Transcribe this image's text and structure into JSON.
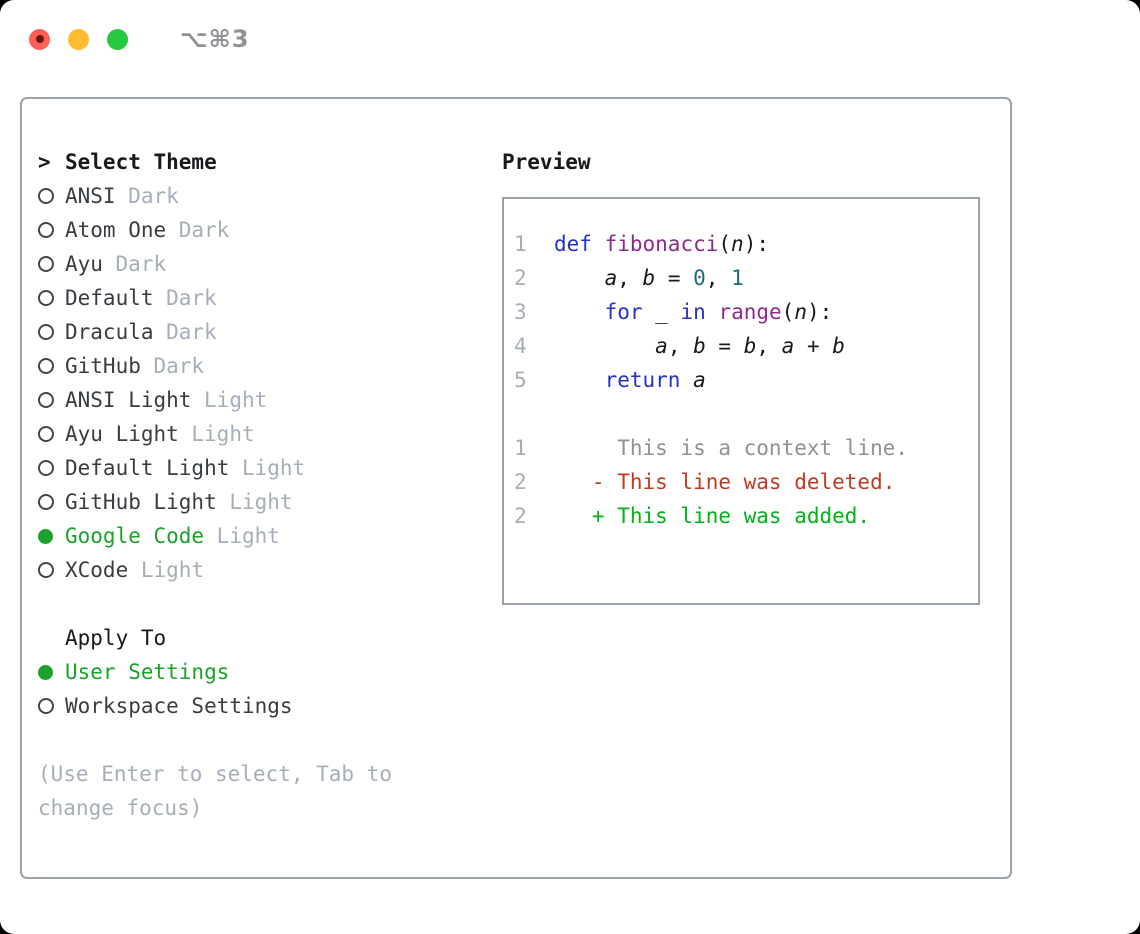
{
  "window": {
    "title": "⌥⌘3",
    "traffic_lights": [
      "close",
      "minimize",
      "zoom"
    ]
  },
  "colors": {
    "border": "#9aa2ae",
    "title-gray": "#8f9298",
    "text-dark": "#17191d",
    "item-text": "#383c44",
    "muted": "#a6aebb",
    "bullet-outline": "#41454d",
    "select-green": "#1ba12c",
    "ln-gray": "#a6aebb",
    "context-gray": "#8c919a",
    "deleted-red": "#c23a21",
    "added-green": "#00b318",
    "keyword": "#2432c8",
    "function": "#8d2b8d",
    "literal": "#176e74",
    "traffic-red": "#ff5f57",
    "traffic-red-dot": "#6e150c",
    "traffic-yellow": "#febc2e",
    "traffic-green": "#28c840"
  },
  "theme_picker": {
    "prompt": ">",
    "title": "Select Theme",
    "items": [
      {
        "label": "ANSI",
        "variant": "Dark",
        "selected": false
      },
      {
        "label": "Atom One",
        "variant": "Dark",
        "selected": false
      },
      {
        "label": "Ayu",
        "variant": "Dark",
        "selected": false
      },
      {
        "label": "Default",
        "variant": "Dark",
        "selected": false
      },
      {
        "label": "Dracula",
        "variant": "Dark",
        "selected": false
      },
      {
        "label": "GitHub",
        "variant": "Dark",
        "selected": false
      },
      {
        "label": "ANSI Light",
        "variant": "Light",
        "selected": false
      },
      {
        "label": "Ayu Light",
        "variant": "Light",
        "selected": false
      },
      {
        "label": "Default Light",
        "variant": "Light",
        "selected": false
      },
      {
        "label": "GitHub Light",
        "variant": "Light",
        "selected": false
      },
      {
        "label": "Google Code",
        "variant": "Light",
        "selected": true
      },
      {
        "label": "XCode",
        "variant": "Light",
        "selected": false
      }
    ],
    "apply_to": {
      "title": "Apply To",
      "options": [
        {
          "label": "User Settings",
          "selected": true
        },
        {
          "label": "Workspace Settings",
          "selected": false
        }
      ]
    },
    "hint_lines": [
      "(Use Enter to select, Tab to",
      "change focus)"
    ]
  },
  "preview": {
    "title": "Preview",
    "code_lines": [
      {
        "num": "1",
        "tokens": [
          {
            "t": "def",
            "s": "keyword"
          },
          {
            "t": " ",
            "s": "plain"
          },
          {
            "t": "fibonacci",
            "s": "function"
          },
          {
            "t": "(",
            "s": "plain"
          },
          {
            "t": "n",
            "s": "param"
          },
          {
            "t": "):",
            "s": "plain"
          }
        ]
      },
      {
        "num": "2",
        "tokens": [
          {
            "t": "    ",
            "s": "plain"
          },
          {
            "t": "a",
            "s": "param"
          },
          {
            "t": ", ",
            "s": "plain"
          },
          {
            "t": "b",
            "s": "param"
          },
          {
            "t": " = ",
            "s": "plain"
          },
          {
            "t": "0",
            "s": "literal"
          },
          {
            "t": ", ",
            "s": "plain"
          },
          {
            "t": "1",
            "s": "literal"
          }
        ]
      },
      {
        "num": "3",
        "tokens": [
          {
            "t": "    ",
            "s": "plain"
          },
          {
            "t": "for",
            "s": "keyword"
          },
          {
            "t": " ",
            "s": "plain"
          },
          {
            "t": "_",
            "s": "plain"
          },
          {
            "t": " ",
            "s": "plain"
          },
          {
            "t": "in",
            "s": "keyword"
          },
          {
            "t": " ",
            "s": "plain"
          },
          {
            "t": "range",
            "s": "function"
          },
          {
            "t": "(",
            "s": "plain"
          },
          {
            "t": "n",
            "s": "param"
          },
          {
            "t": "):",
            "s": "plain"
          }
        ]
      },
      {
        "num": "4",
        "tokens": [
          {
            "t": "        ",
            "s": "plain"
          },
          {
            "t": "a",
            "s": "param"
          },
          {
            "t": ", ",
            "s": "plain"
          },
          {
            "t": "b",
            "s": "param"
          },
          {
            "t": " = ",
            "s": "plain"
          },
          {
            "t": "b",
            "s": "param"
          },
          {
            "t": ", ",
            "s": "plain"
          },
          {
            "t": "a",
            "s": "param"
          },
          {
            "t": " + ",
            "s": "plain"
          },
          {
            "t": "b",
            "s": "param"
          }
        ]
      },
      {
        "num": "5",
        "tokens": [
          {
            "t": "    ",
            "s": "plain"
          },
          {
            "t": "return",
            "s": "keyword"
          },
          {
            "t": " ",
            "s": "plain"
          },
          {
            "t": "a",
            "s": "param"
          }
        ]
      }
    ],
    "diff_lines": [
      {
        "num": "1",
        "kind": "context",
        "text": "     This is a context line."
      },
      {
        "num": "2",
        "kind": "deleted",
        "text": "   - This line was deleted."
      },
      {
        "num": "2",
        "kind": "added",
        "text": "   + This line was added."
      }
    ]
  }
}
